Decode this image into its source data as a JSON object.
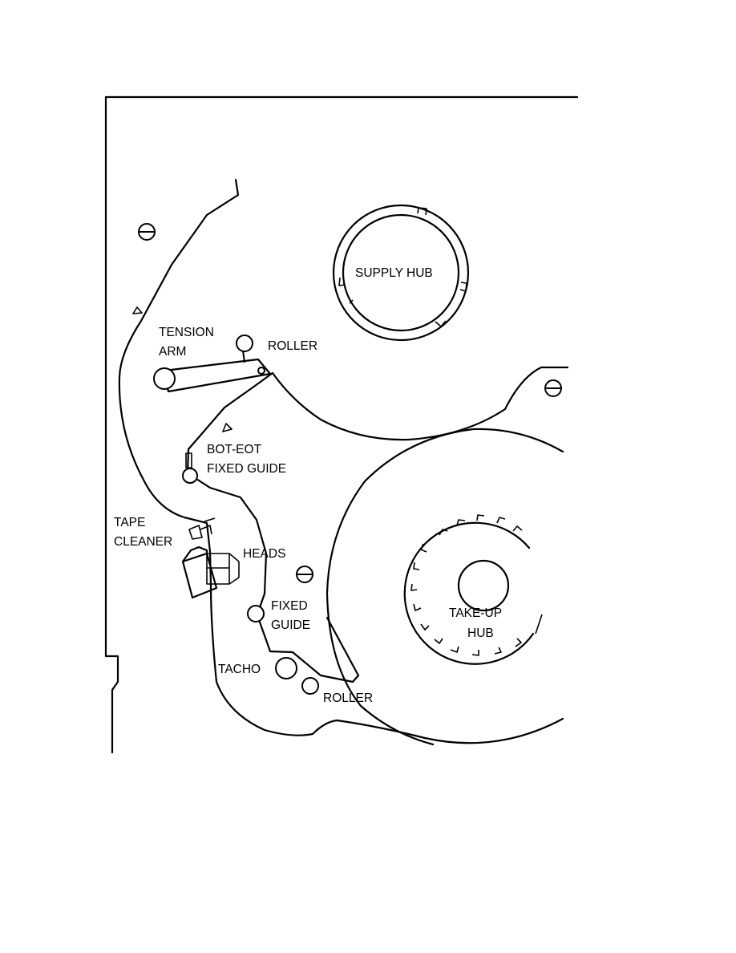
{
  "labels": {
    "supply_hub": "SUPPLY HUB",
    "tension_arm_1": "TENSION",
    "tension_arm_2": "ARM",
    "roller_top": "ROLLER",
    "bot_eot_1": "BOT-EOT",
    "bot_eot_2": "FIXED GUIDE",
    "tape_cleaner_1": "TAPE",
    "tape_cleaner_2": "CLEANER",
    "heads": "HEADS",
    "fixed_guide_1": "FIXED",
    "fixed_guide_2": "GUIDE",
    "tacho": "TACHO",
    "roller_bottom": "ROLLER",
    "takeup_hub_1": "TAKE-UP",
    "takeup_hub_2": "HUB"
  }
}
